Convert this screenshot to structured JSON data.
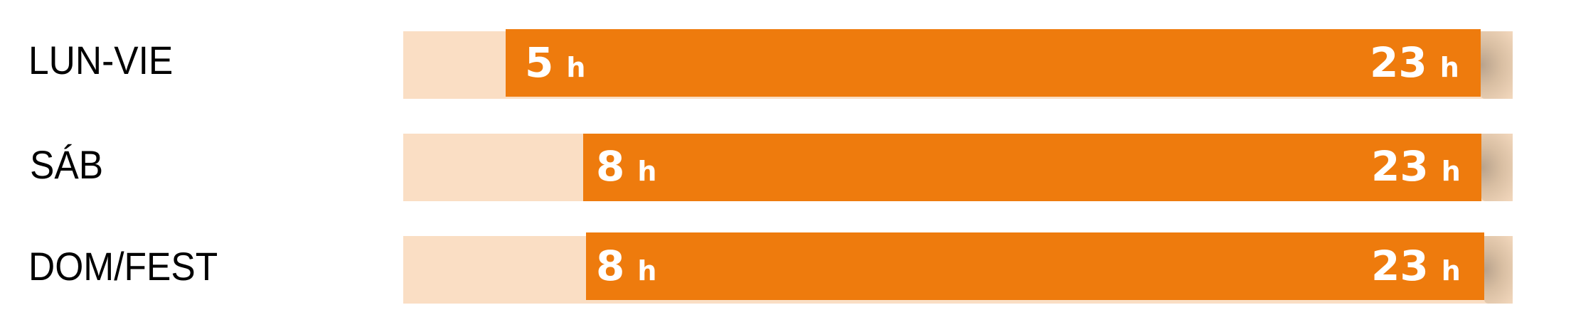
{
  "chart_data": {
    "type": "bar",
    "subtype": "horizontal-range",
    "title": "",
    "xlabel": "",
    "ylabel": "",
    "xlim": [
      0,
      24
    ],
    "categories": [
      "LUN-VIE",
      "SÁB",
      "DOM/FEST"
    ],
    "series": [
      {
        "name": "start",
        "values": [
          5,
          8,
          8
        ]
      },
      {
        "name": "end",
        "values": [
          23,
          23,
          23
        ]
      }
    ],
    "colors": {
      "bar": "#ee7b0d",
      "track": "#fadec4",
      "label": "#ffffff"
    },
    "grid": false,
    "legend": null
  },
  "rows": [
    {
      "label": "LUN-VIE",
      "start": "5",
      "end": "23",
      "unit": "h"
    },
    {
      "label": "SÁB",
      "start": "8",
      "end": "23",
      "unit": "h"
    },
    {
      "label": "DOM/FEST",
      "start": "8",
      "end": "23",
      "unit": "h"
    }
  ]
}
